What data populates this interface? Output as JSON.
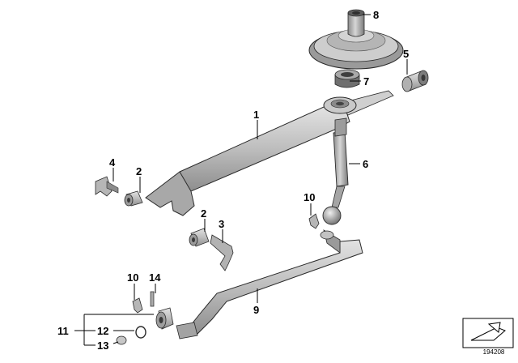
{
  "callouts": {
    "c1": "1",
    "c2a": "2",
    "c2b": "2",
    "c3": "3",
    "c4": "4",
    "c5": "5",
    "c6": "6",
    "c7": "7",
    "c8": "8",
    "c9": "9",
    "c10a": "10",
    "c10b": "10",
    "c11": "11",
    "c12": "12",
    "c13": "13",
    "c14": "14"
  },
  "diagram_ref": "194208",
  "colors": {
    "part_fill": "#c4c4c4",
    "part_dark": "#8a8a8a",
    "part_light": "#e6e6e6",
    "outline": "#2a2a2a",
    "label": "#000000"
  }
}
